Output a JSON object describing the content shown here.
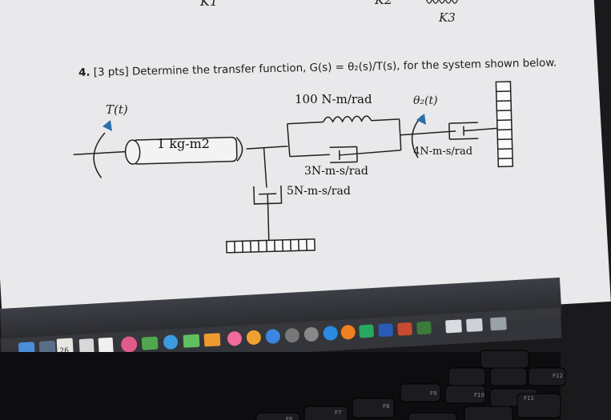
{
  "header_fragments": {
    "k1": "K1",
    "k2": "K2",
    "k3": "K3"
  },
  "problem": {
    "number": "4.",
    "statement": "[3 pts] Determine the transfer function, G(s) = θ₂(s)/T(s), for the system shown below."
  },
  "diagram": {
    "torque_label": "T(t)",
    "inertia_label": "1 kg-m2",
    "spring_label": "100 N-m/rad",
    "angle_label": "θ₂(t)",
    "damper_parallel_label": "3N-m-s/rad",
    "damper_ground_label": "5N-m-s/rad",
    "damper_wall_label": "4N-m-s/rad"
  },
  "dock": {
    "calendar_day": "26"
  },
  "keyboard": {
    "f6": "F6",
    "f7": "F7",
    "f8": "F8",
    "f9": "F9",
    "f10": "F10",
    "f11": "F11",
    "f12": "F12"
  },
  "colors": {
    "screen": "#e9e9eb",
    "ink": "#1c1c1c",
    "arrow": "#2a6fa8"
  }
}
